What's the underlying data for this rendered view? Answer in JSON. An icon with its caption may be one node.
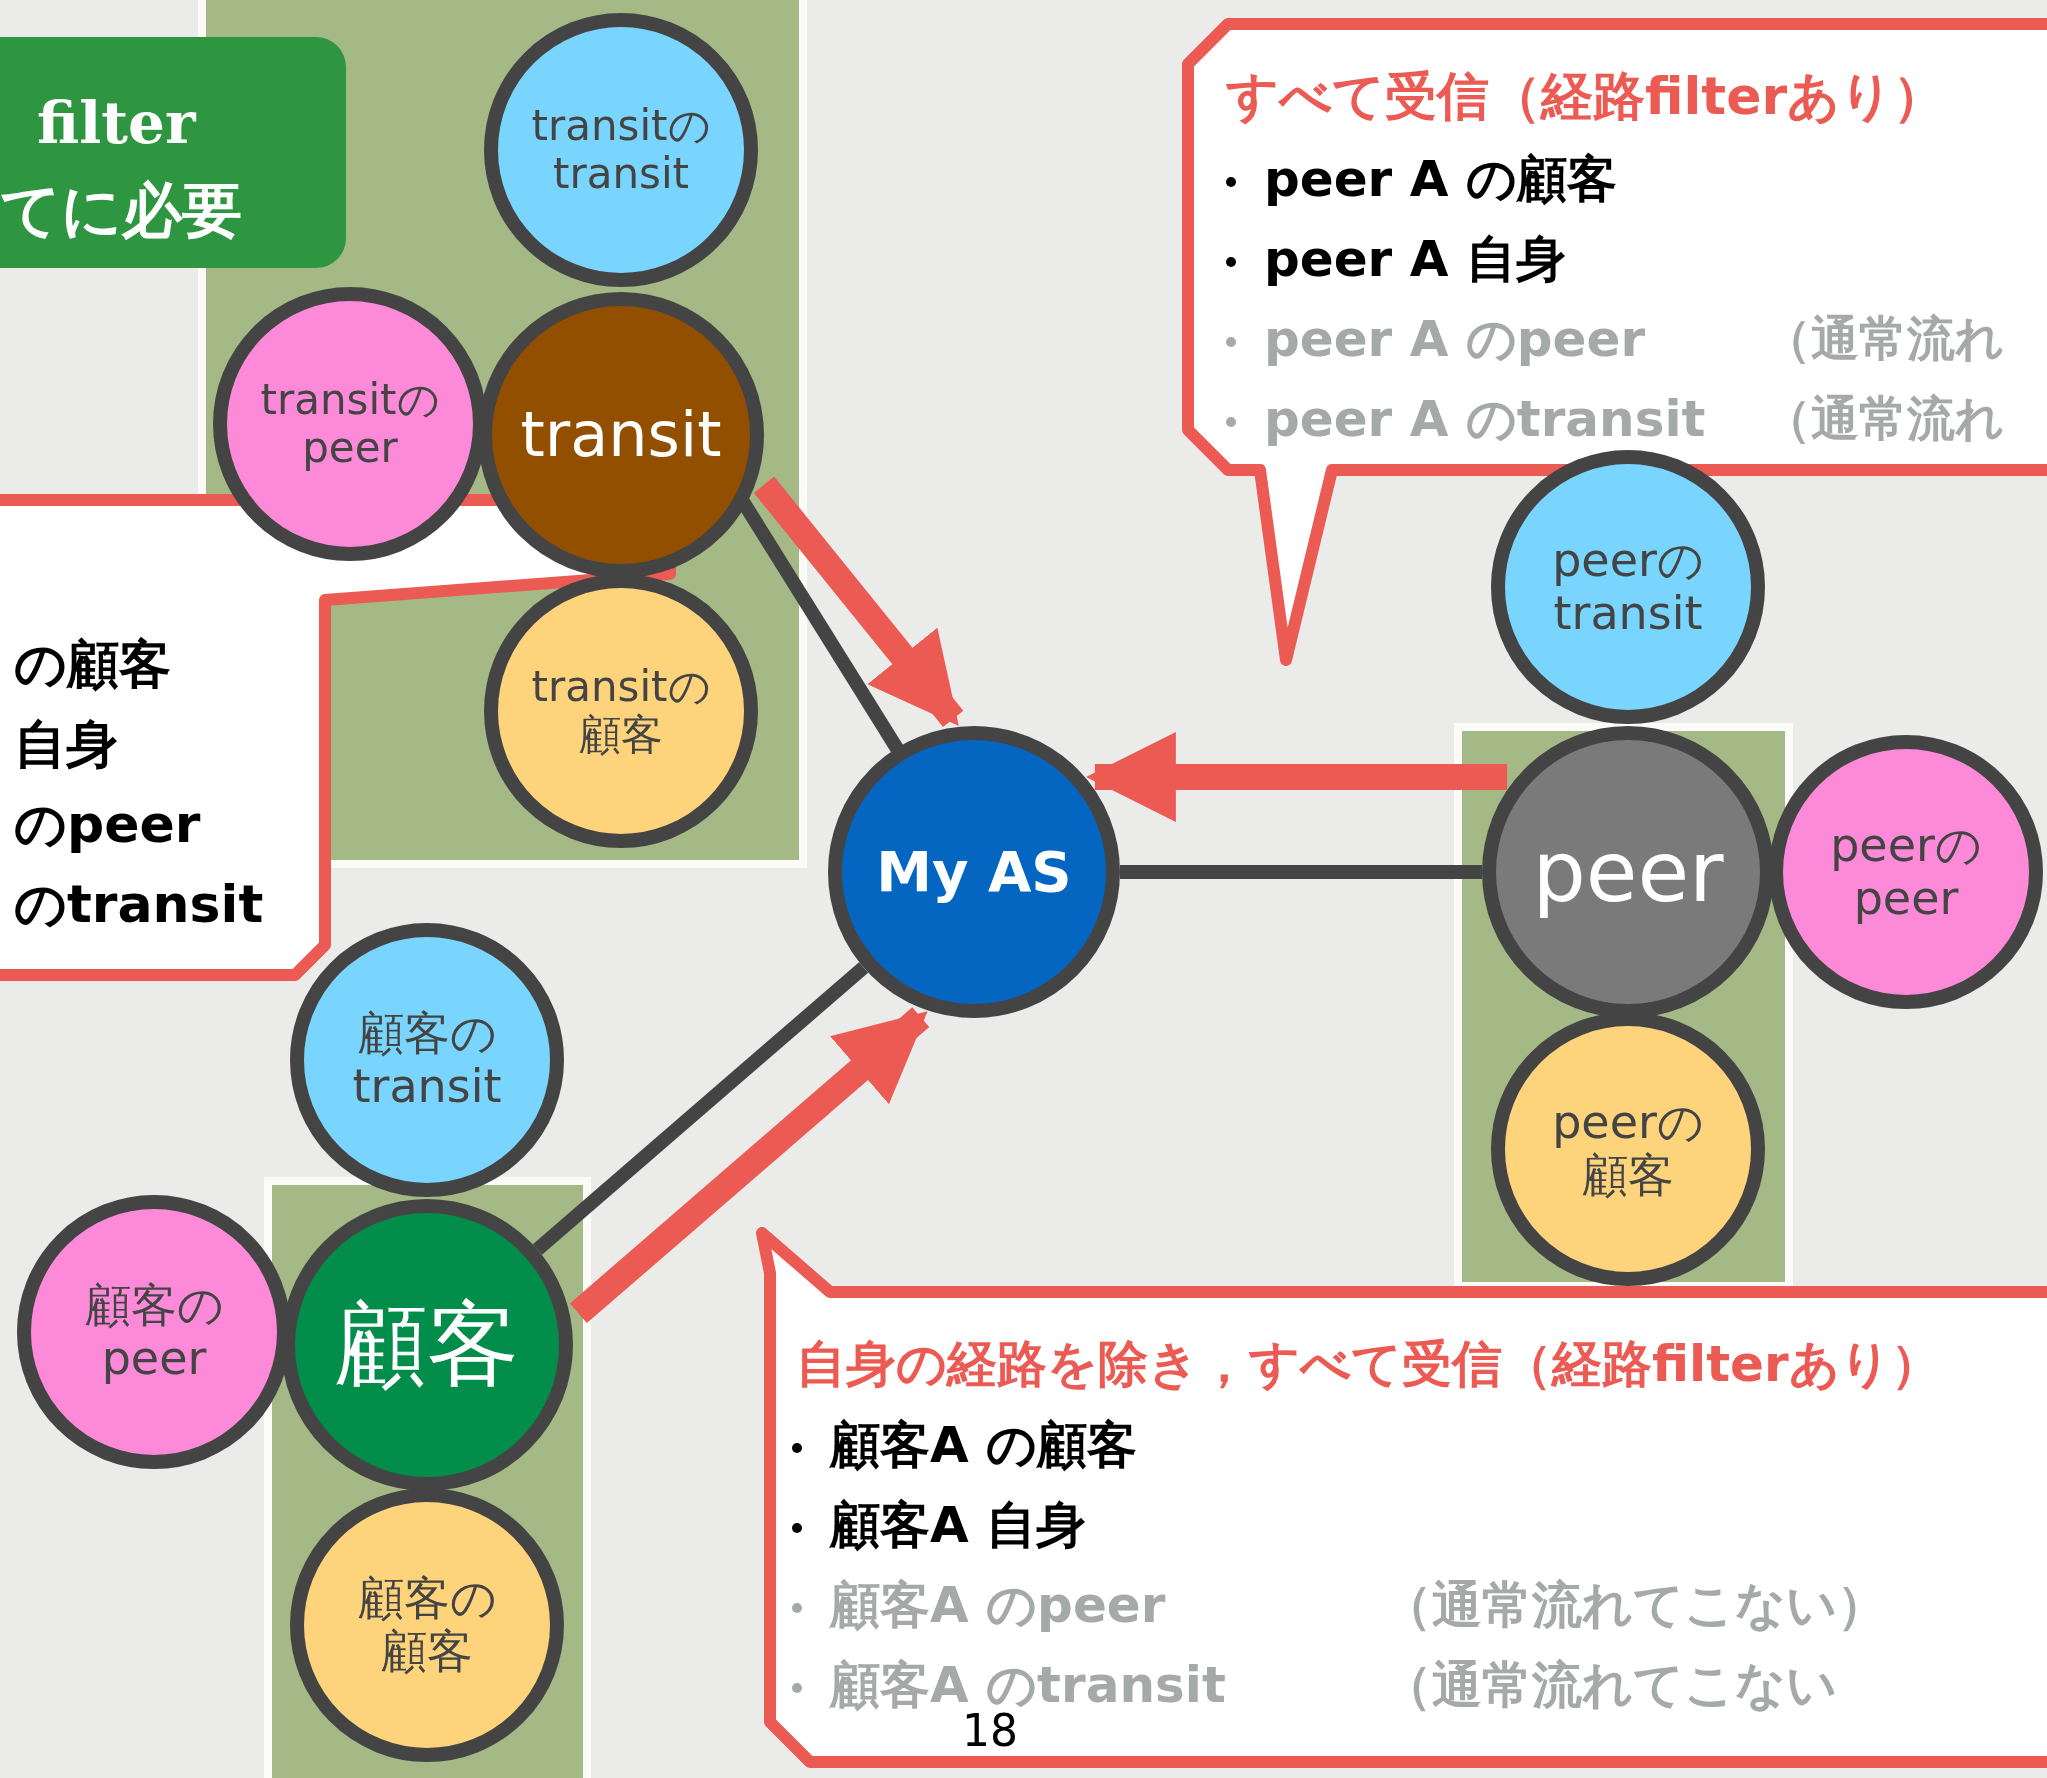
{
  "diagram": {
    "nodes": [
      {
        "text": [
          "filter",
          "てに必要"
        ]
      },
      {
        "text": [
          "transitのtransit"
        ]
      },
      {
        "text": [
          "transitのpeer"
        ]
      },
      {
        "text": [
          "transit"
        ]
      },
      {
        "text": [
          "すべて受信（経路filterあり）",
          "peer A の顧客",
          "peer A 自身",
          "peer A のpeer",
          "（通常流れ",
          "peer A のtransit",
          "（通常流れ"
        ]
      },
      {
        "text": [
          "の顧客",
          "自身",
          "のpeer",
          "のtransit"
        ]
      },
      {
        "text": [
          "peerのtransit"
        ]
      },
      {
        "text": [
          "transitの顧客"
        ]
      },
      {
        "text": [
          "My AS"
        ]
      },
      {
        "text": [
          "peer"
        ]
      },
      {
        "text": [
          "peerのpeer"
        ]
      },
      {
        "text": [
          "顧客のtransit"
        ]
      },
      {
        "text": [
          "peerの顧客"
        ]
      },
      {
        "text": [
          "顧客のpeer"
        ]
      },
      {
        "text": [
          "顧客"
        ]
      },
      {
        "text": [
          "自身の経路を除き，すべて受信（経路filterあり）",
          "顧客A の顧客",
          "顧客A 自身",
          "顧客A のpeer",
          "（通常流れてこない）",
          "顧客A のtransit",
          "（通常流れてこない"
        ]
      },
      {
        "text": [
          "顧客の顧客"
        ]
      }
    ],
    "edges": [
      {
        "from": 3,
        "to": 8,
        "arrow": "none"
      },
      {
        "from": 8,
        "to": 9,
        "arrow": "none"
      },
      {
        "from": 8,
        "to": 14,
        "arrow": "none"
      },
      {
        "from": 3,
        "to": 8,
        "arrow": "to",
        "style": "thick",
        "color": "#eb5a53"
      },
      {
        "from": 9,
        "to": 8,
        "arrow": "to",
        "style": "thick",
        "color": "#eb5a53"
      },
      {
        "from": 14,
        "to": 8,
        "arrow": "to",
        "style": "thick",
        "color": "#eb5a53"
      }
    ],
    "labels": [
      "18"
    ]
  }
}
